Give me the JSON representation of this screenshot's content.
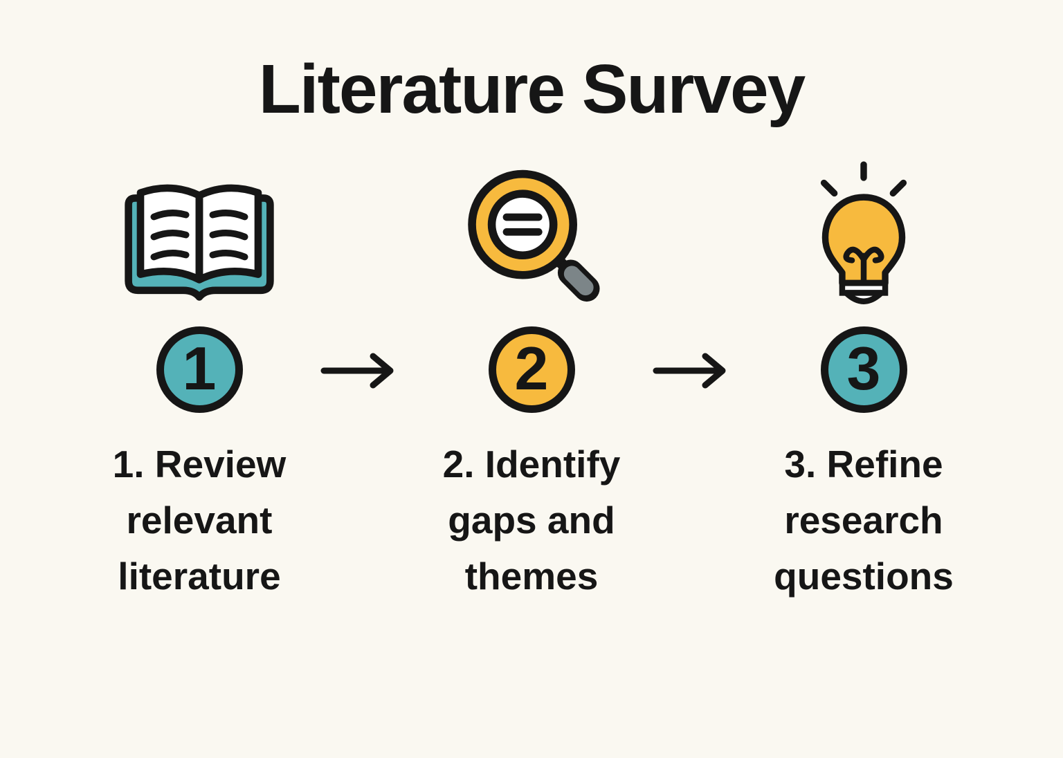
{
  "title": "Literature Survey",
  "colors": {
    "background": "#FAF8F1",
    "teal": "#54B2B8",
    "yellow": "#F7BA3E",
    "ink": "#161616",
    "gray": "#7C8588"
  },
  "steps": [
    {
      "number": "1",
      "icon": "open-book-icon",
      "circle_color": "teal",
      "lines": [
        "1. Review",
        "relevant",
        "literature"
      ]
    },
    {
      "number": "2",
      "icon": "magnifying-glass-icon",
      "circle_color": "yellow",
      "lines": [
        "2. Identify",
        "gaps and",
        "themes"
      ]
    },
    {
      "number": "3",
      "icon": "lightbulb-icon",
      "circle_color": "teal",
      "lines": [
        "3. Refine",
        "research",
        "questions"
      ]
    }
  ],
  "connectors": [
    "arrow-right",
    "arrow-right"
  ]
}
